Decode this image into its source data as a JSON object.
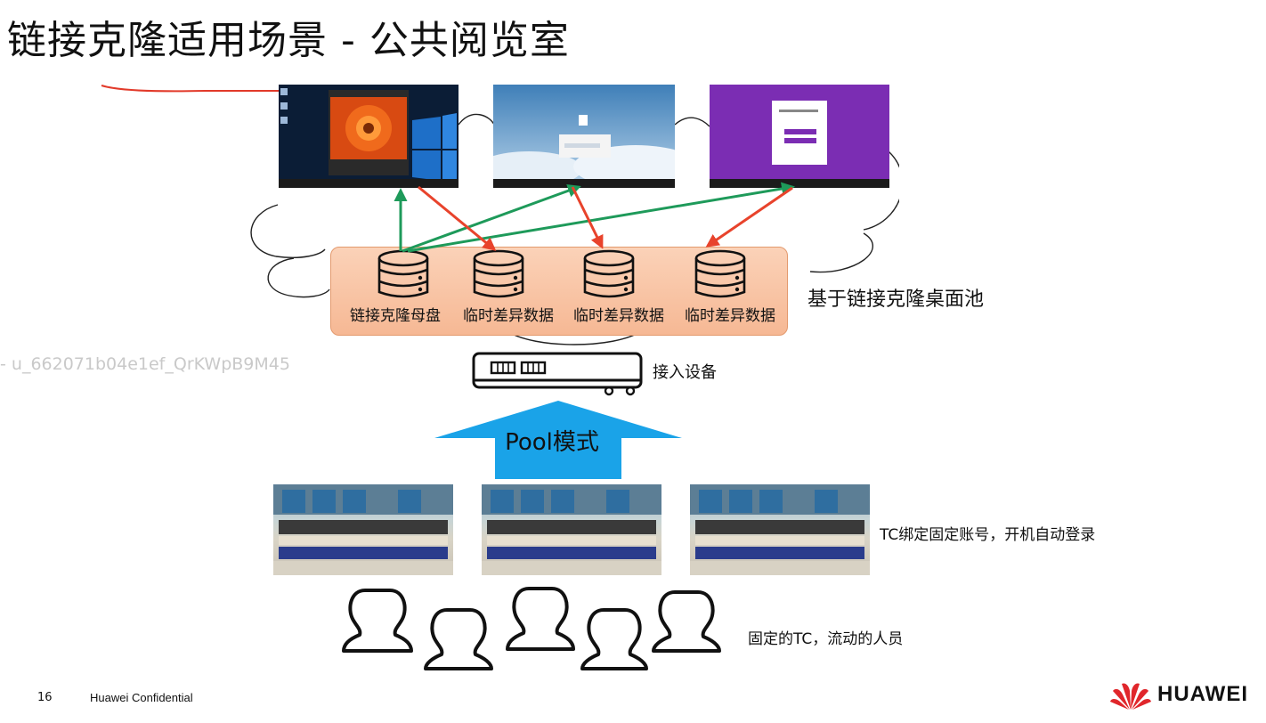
{
  "title": "链接克隆适用场景 - 公共阅览室",
  "watermark": "- u_662071b04e1ef_QrKWpB9M45",
  "pool": {
    "label": "基于链接克隆桌面池",
    "disks": [
      {
        "label": "链接克隆母盘"
      },
      {
        "label": "临时差异数据"
      },
      {
        "label": "临时差异数据"
      },
      {
        "label": "临时差异数据"
      }
    ]
  },
  "access_label": "接入设备",
  "arrow_label": "Pool模式",
  "tc_label": "TC绑定固定账号，开机自动登录",
  "users_label": "固定的TC，流动的人员",
  "footer": {
    "page_number": "16",
    "confidential": "Huawei Confidential",
    "brand": "HUAWEI"
  },
  "colors": {
    "green_arrow": "#1e9a5a",
    "red_arrow": "#e8432c",
    "blue_arrow": "#1aa3e8",
    "pool_fill": "#f8c5a4",
    "brand_red": "#e0262b"
  }
}
